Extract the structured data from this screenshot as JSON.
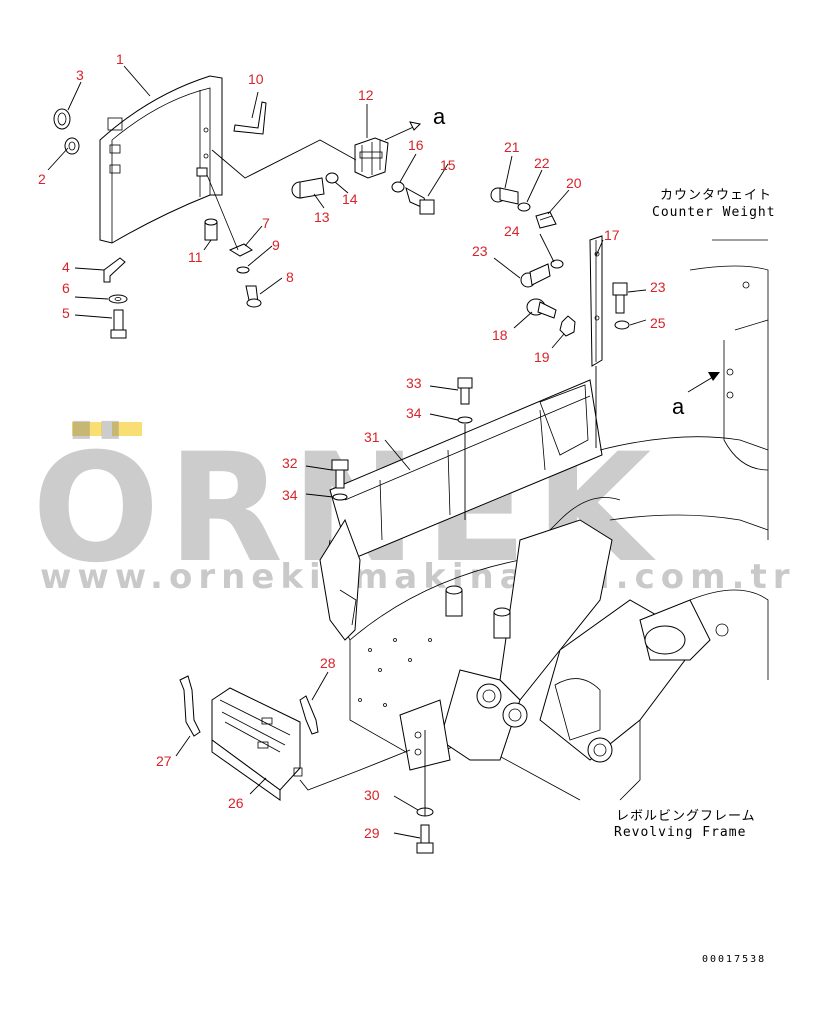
{
  "callouts": {
    "c1": "1",
    "c2": "2",
    "c3": "3",
    "c4": "4",
    "c5": "5",
    "c6": "6",
    "c7": "7",
    "c8": "8",
    "c9": "9",
    "c10": "10",
    "c11": "11",
    "c12": "12",
    "c13": "13",
    "c14": "14",
    "c15": "15",
    "c16": "16",
    "c17": "17",
    "c18": "18",
    "c19": "19",
    "c20": "20",
    "c21": "21",
    "c22": "22",
    "c23a": "23",
    "c23b": "23",
    "c24": "24",
    "c25": "25",
    "c26": "26",
    "c27": "27",
    "c28": "28",
    "c29": "29",
    "c30": "30",
    "c31": "31",
    "c32": "32",
    "c33": "33",
    "c34a": "34",
    "c34b": "34"
  },
  "refs": {
    "a_top": "a",
    "a_frame": "a"
  },
  "captions": {
    "counterweight_jp": "カウンタウェイト",
    "counterweight_en": "Counter Weight",
    "frame_jp": "レボルビングフレーム",
    "frame_en": "Revolving Frame"
  },
  "doc_id": "00017538",
  "watermark": {
    "brand": "ÖRNEK",
    "url": "www.ornekismakinalari.com.tr",
    "accent_color": "#f2c200"
  }
}
